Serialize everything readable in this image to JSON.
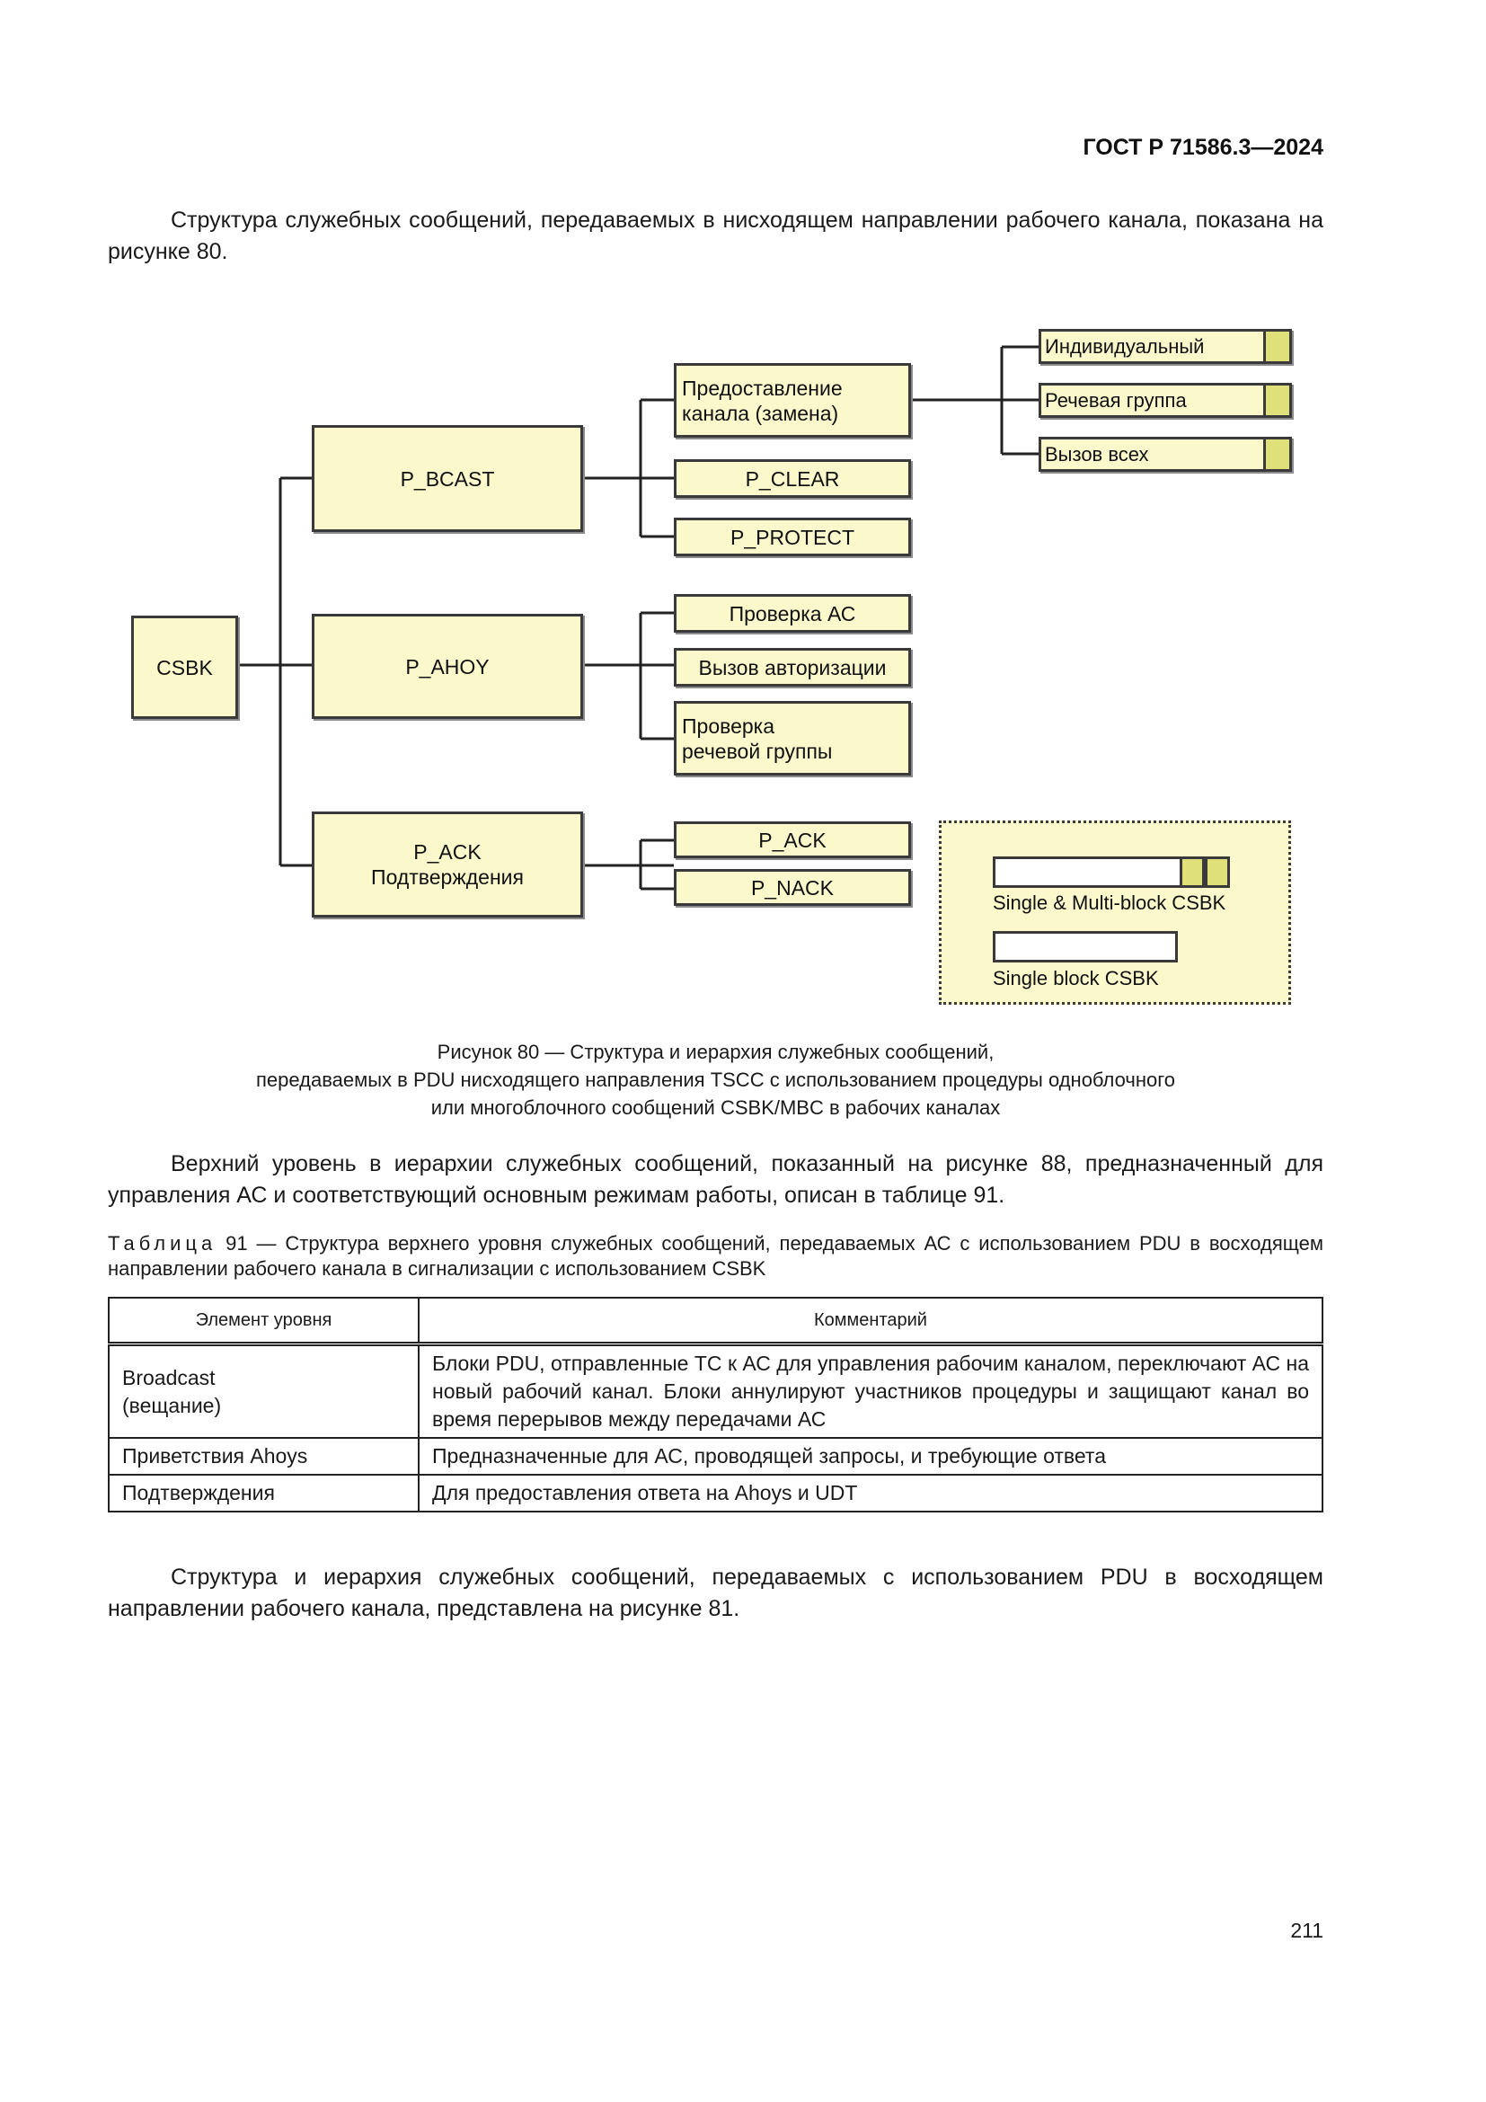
{
  "header": {
    "doc_id": "ГОСТ Р 71586.3—2024"
  },
  "paragraphs": {
    "p1": "Структура служебных сообщений, передаваемых в нисходящем направлении рабочего канала, показана на рисунке 80.",
    "p2": "Верхний уровень в иерархии служебных сообщений, показанный на рисунке 88, предназначенный для управления АС и соответствующий основным режимам работы, описан в таблице 91.",
    "p3": "Структура и иерархия служебных сообщений, передаваемых с использованием PDU в восходящем направлении рабочего канала, представлена на рисунке 81."
  },
  "diagram": {
    "root": "CSBK",
    "level1": {
      "bcast": "P_BCAST",
      "ahoy": "P_AHOY",
      "ack_line1": "P_ACK",
      "ack_line2": "Подтверждения"
    },
    "level2": {
      "channel_grant": "Предоставление канала (замена)",
      "clear": "P_CLEAR",
      "protect": "P_PROTECT",
      "check_ac": "Проверка АС",
      "auth_call": "Вызов авторизации",
      "talkgroup_check": "Проверка речевой группы",
      "ack": "P_ACK",
      "nack": "P_NACK"
    },
    "level3": {
      "individual": "Индивидуальный",
      "talkgroup": "Речевая группа",
      "all_call": "Вызов всех"
    },
    "legend": {
      "multi": "Single & Multi-block CSBK",
      "single": "Single block CSBK"
    },
    "colors": {
      "box_fill": "#fbf8cc",
      "cap_fill": "#dfe07a",
      "border": "#3a3a3a"
    }
  },
  "figure_caption": {
    "line1": "Рисунок 80 — Структура и иерархия служебных сообщений,",
    "line2": "передаваемых в PDU нисходящего направления TSCC с использованием процедуры одноблочного",
    "line3": "или многоблочного сообщений CSBK/MBC в рабочих каналах"
  },
  "table": {
    "title_label": "Таблица",
    "title_text": "91 — Структура верхнего уровня служебных сообщений, передаваемых АС с использованием PDU в восходящем направлении рабочего канала в сигнализации с использованием CSBK",
    "headers": [
      "Элемент уровня",
      "Комментарий"
    ],
    "rows": [
      {
        "element_line1": "Broadcast",
        "element_line2": "(вещание)",
        "comment": "Блоки PDU, отправленные ТС к АС для управления рабочим каналом, переключают АС на новый рабочий канал. Блоки аннулируют участников процедуры и защищают канал во время перерывов между передачами АС"
      },
      {
        "element": "Приветствия Ahoys",
        "comment": "Предназначенные для АС, проводящей запросы, и требующие ответа"
      },
      {
        "element": "Подтверждения",
        "comment": "Для предоставления ответа на Ahoys и UDT"
      }
    ]
  },
  "page_number": "211"
}
